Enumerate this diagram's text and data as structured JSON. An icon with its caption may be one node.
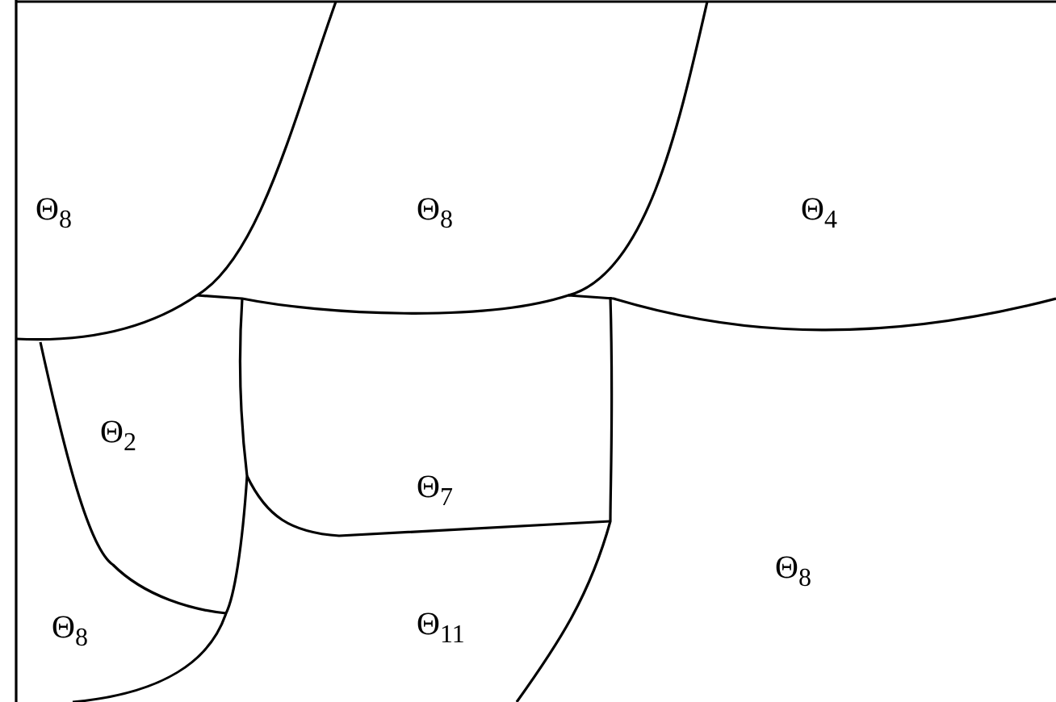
{
  "diagram": {
    "nodes": [
      {
        "text": [
          "Θ$_{8}$"
        ]
      },
      {
        "text": [
          "Θ$_{8}$"
        ]
      },
      {
        "text": [
          "Θ$_{4}$"
        ]
      },
      {
        "text": [
          "Θ$_{2}$"
        ]
      },
      {
        "text": [
          "Θ$_{7}$"
        ]
      },
      {
        "text": [
          "Θ$_{8}$"
        ]
      },
      {
        "text": [
          "Θ$_{8}$"
        ]
      },
      {
        "text": [
          "Θ$_{11}$"
        ]
      }
    ]
  }
}
